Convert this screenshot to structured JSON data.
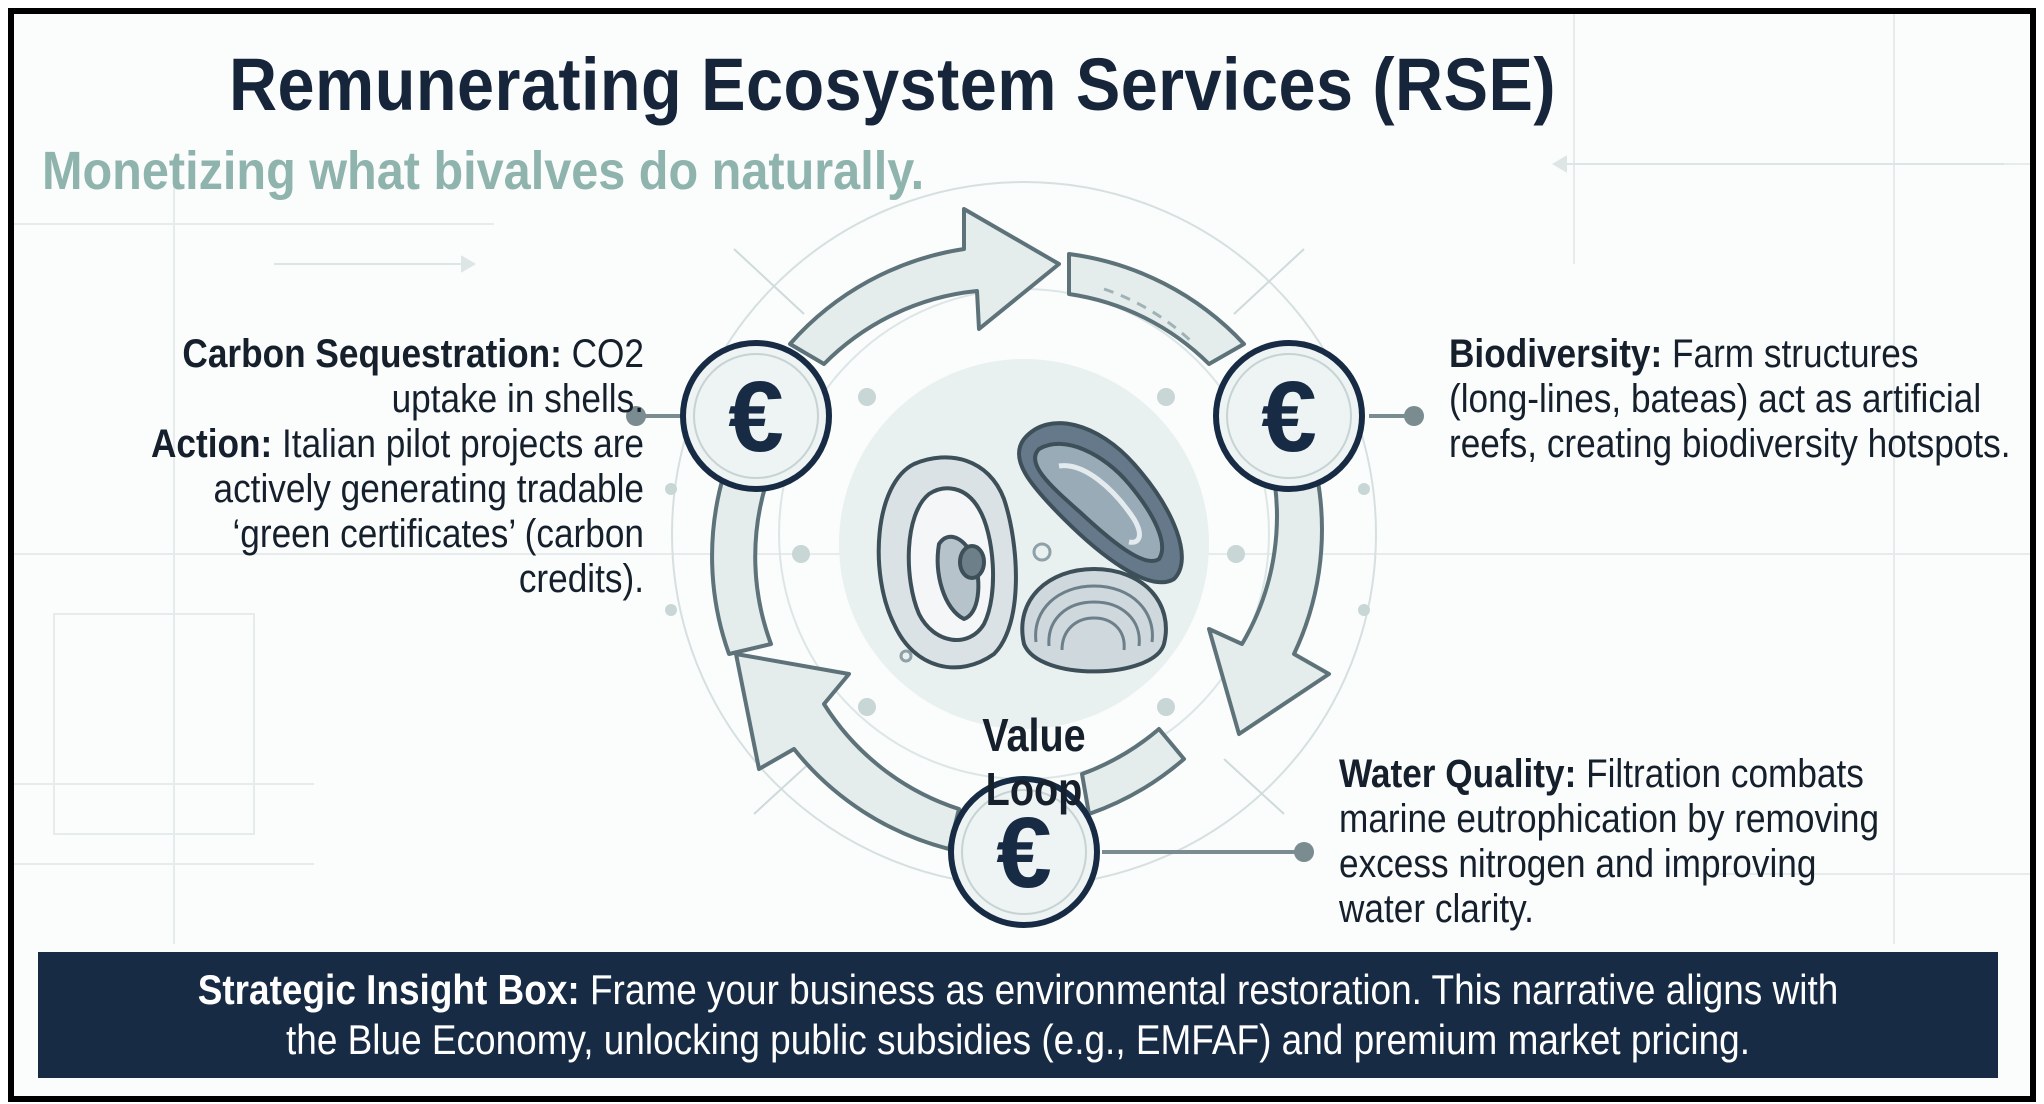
{
  "title": "Remunerating Ecosystem Services (RSE)",
  "subtitle": "Monetizing what bivalves do naturally.",
  "center_label": "Value Loop",
  "currency_symbol": "€",
  "callouts": {
    "carbon": {
      "heading": "Carbon Sequestration:",
      "text": " CO2 uptake in shells.",
      "action_heading": "Action:",
      "action_text": " Italian pilot projects are actively generating tradable ‘green certificates’ (carbon credits)."
    },
    "biodiversity": {
      "heading": "Biodiversity:",
      "text": " Farm structures (long-lines, bateas) act as artificial reefs, creating biodiversity hotspots."
    },
    "water": {
      "heading": "Water Quality:",
      "text": " Filtration combats marine eutrophication by removing excess nitrogen and improving water clarity."
    }
  },
  "insight": {
    "heading": "Strategic Insight Box:",
    "text": " Frame your business as environmental restoration. This narrative aligns with the Blue Economy, unlocking public subsidies (e.g., EMFAF) and premium market pricing."
  },
  "colors": {
    "navy": "#172b45",
    "subtitle_teal": "#8fb3ad",
    "loop_fill": "#e4ecec",
    "loop_stroke": "#5d7379"
  },
  "icons": [
    "euro-icon",
    "oyster-icon",
    "mussel-icon",
    "clam-icon",
    "circular-arrow-icon"
  ]
}
